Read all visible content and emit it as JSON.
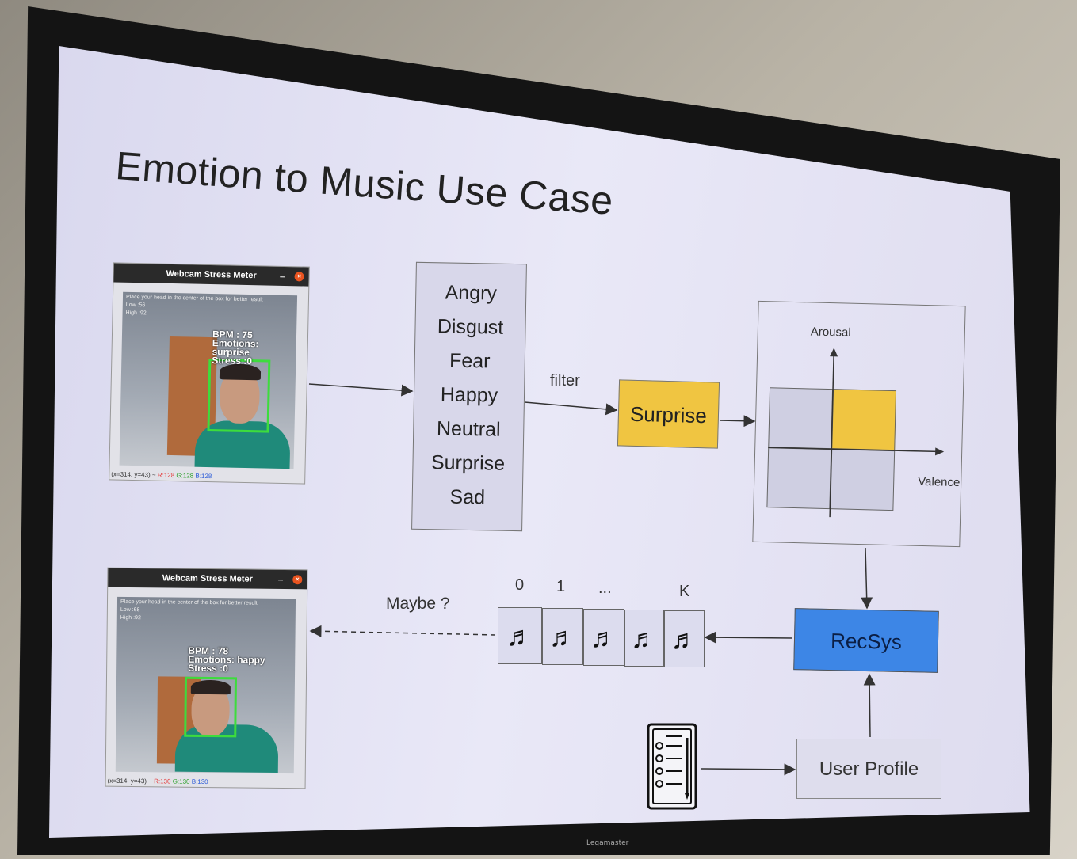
{
  "slide": {
    "title": "Emotion to Music Use Case"
  },
  "webcam_top": {
    "window_title": "Webcam Stress Meter",
    "min_glyph": "–",
    "close_glyph": "×",
    "hint": "Place your head in the center of the box for better result",
    "low": "Low :56",
    "high": "High :92",
    "bpm": "BPM      : 75",
    "emotions": "Emotions: surprise",
    "stress": "Stress :0",
    "coords_prefix": "(x=314, y=43) ~",
    "r": "R:128",
    "g": "G:128",
    "b": "B:128"
  },
  "webcam_bottom": {
    "window_title": "Webcam Stress Meter",
    "min_glyph": "–",
    "close_glyph": "×",
    "hint": "Place your head in the center of the box for better result",
    "low": "Low :68",
    "high": "High :92",
    "bpm": "BPM      : 78",
    "emotions": "Emotions: happy",
    "stress": "Stress :0",
    "coords_prefix": "(x=314, y=43) ~",
    "r": "R:130",
    "g": "G:130",
    "b": "B:130"
  },
  "emotions": [
    "Angry",
    "Disgust",
    "Fear",
    "Happy",
    "Neutral",
    "Surprise",
    "Sad"
  ],
  "filter_label": "filter",
  "selected_emotion": "Surprise",
  "quadrant": {
    "y_axis": "Arousal",
    "x_axis": "Valence",
    "highlight": "top-right",
    "highlight_color": "#f0c541"
  },
  "recsys_label": "RecSys",
  "user_profile_label": "User Profile",
  "maybe_label": "Maybe ?",
  "playlist": {
    "indices": [
      "0",
      "1",
      "...",
      "K"
    ],
    "note_glyph": "♬",
    "count": 5
  },
  "colors": {
    "accent_yellow": "#f0c541",
    "accent_blue": "#3d86e6",
    "bbox_green": "#3ddc3d"
  },
  "icons": [
    "music-note-icon",
    "checklist-icon"
  ]
}
